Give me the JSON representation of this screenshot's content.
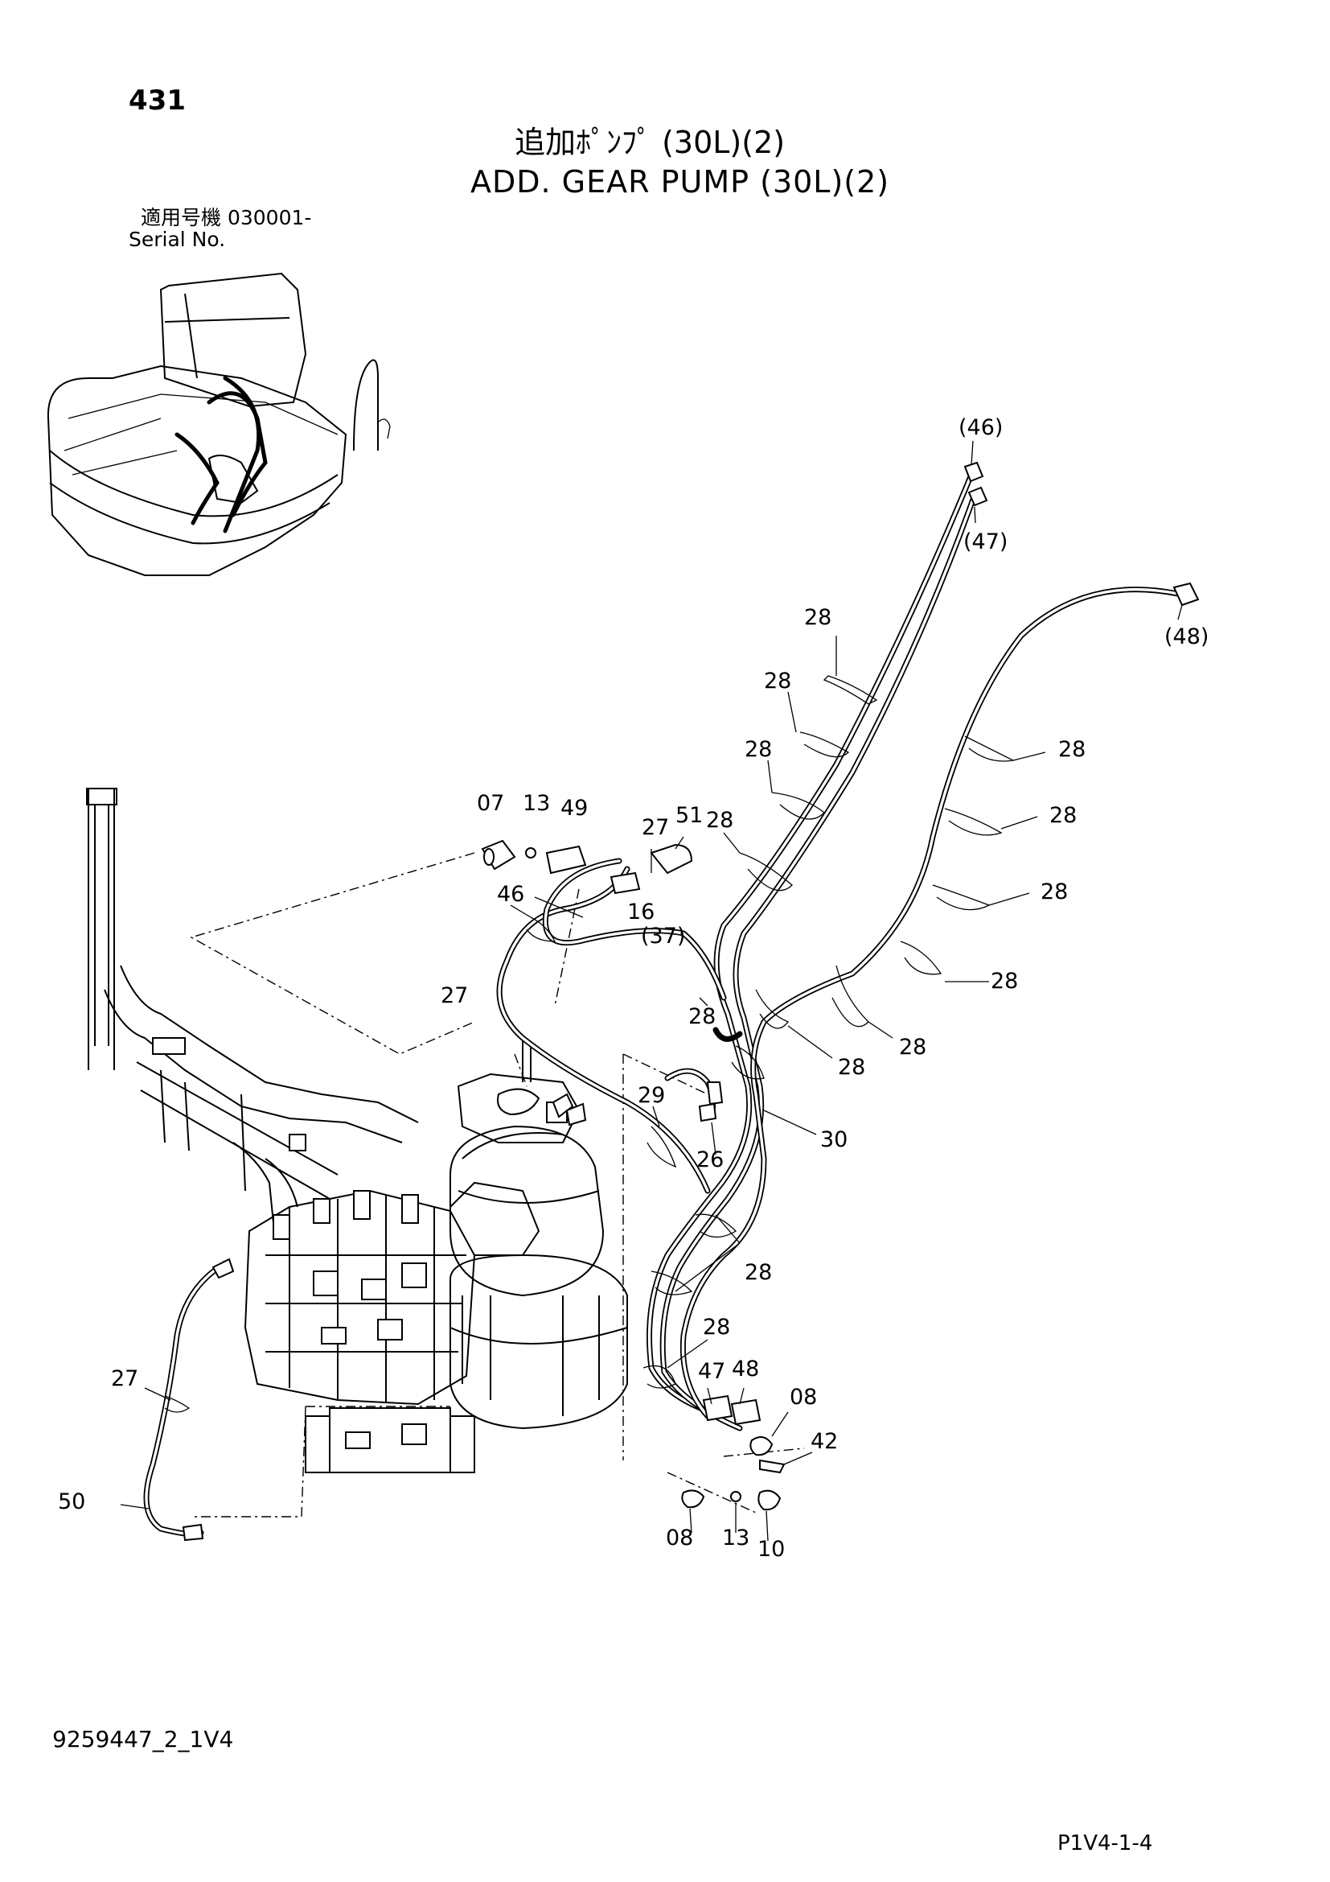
{
  "header": {
    "page_number": "431",
    "title_jp": "追加ﾎﾟﾝﾌﾟ (30L)(2)",
    "title_en": "ADD. GEAR PUMP (30L)(2)",
    "serial_label_jp": "適用号機 030001-",
    "serial_label_en": "Serial No."
  },
  "footer": {
    "document_code": "9259447_2_1V4",
    "page_code": "P1V4-1-4"
  },
  "callouts": {
    "c46p": "(46)",
    "c47p": "(47)",
    "c48p": "(48)",
    "c37p": "(37)",
    "c07": "07",
    "c13a": "13",
    "c49": "49",
    "c27a": "27",
    "c51": "51",
    "c28a": "28",
    "c28b": "28",
    "c28c": "28",
    "c28d": "28",
    "c28e": "28",
    "c28f": "28",
    "c28g": "28",
    "c28h": "28",
    "c28i": "28",
    "c28j": "28",
    "c28k": "28",
    "c28l": "28",
    "c28m": "28",
    "c46": "46",
    "c16": "16",
    "c27b": "27",
    "c29": "29",
    "c26": "26",
    "c30": "30",
    "c47": "47",
    "c48": "48",
    "c08a": "08",
    "c42": "42",
    "c08b": "08",
    "c13b": "13",
    "c10": "10",
    "c27c": "27",
    "c50": "50"
  }
}
